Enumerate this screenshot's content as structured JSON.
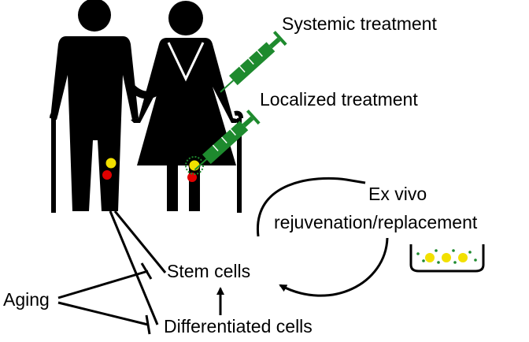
{
  "labels": {
    "systemic": "Systemic treatment",
    "localized": "Localized treatment",
    "ex_vivo_line1": "Ex vivo",
    "ex_vivo_line2": "rejuvenation/replacement",
    "stem_cells": "Stem cells",
    "differentiated_cells": "Differentiated cells",
    "aging": "Aging"
  },
  "colors": {
    "figure": "#000000",
    "syringe": "#1e8a2e",
    "stem_cell": "#f2e000",
    "differentiated_cell": "#e00000",
    "dish_dots": "#1e8a2e"
  },
  "icons": [
    "elderly-man-icon",
    "elderly-woman-icon",
    "walking-cane-icon",
    "syringe-icon",
    "culture-dish-icon"
  ]
}
